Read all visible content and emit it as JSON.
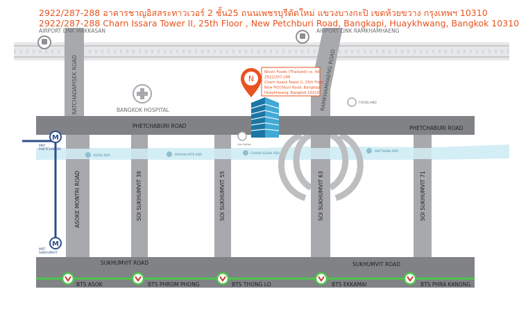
{
  "address": {
    "thai": "2922/287-288 อาคารชาญอิสสระทาวเวอร์ 2 ชั้น25 ถนนเพชรบุรีตัดใหม่ แขวงบางกะปิ เขตห้วยขวาง กรุงเทพฯ 10310",
    "english": "2922/287-288 Charn Issara Tower II, 25th Floor , New Petchburi  Road, Bangkapi, Huaykhwang, Bangkok 10310"
  },
  "stations": {
    "airport_makkasan": "AIRPORT LINK MAKKASAN",
    "airport_ramkhamhaeng": "AIRPORT LINK RAMKHAMHAENG",
    "mrt_phetchaburi_line1": "MRT",
    "mrt_phetchaburi_line2": "PHETCHABURI",
    "mrt_sukhumvit_line1": "MRT",
    "mrt_sukhumvit_line2": "SUKHUMVIT",
    "bts": [
      "BTS ASOK",
      "BTS PHROM PHONG",
      "BTS THONG LO",
      "BTS EKKAMAI",
      "BTS PHRA KANONG"
    ]
  },
  "roads": {
    "ratchadapisek": "RATCHADAPISEK ROAD",
    "ramkhamhaeng": "RAMKHAMHAENG ROAD",
    "phetchaburi_1": "PHETCHABURI ROAD",
    "phetchaburi_2": "PHETCHABURI ROAD",
    "asoke_montri": "ASOKE MONTRI ROAD",
    "soi39": "SOI SUKHUMVIT 39",
    "soi55": "SOI SUKHUMVIT 55",
    "soi63": "SOI SUKHUMVIT 63",
    "soi71": "SOI SUKHUMVIT 71",
    "sukhumvit_1": "SUKHUMVIT ROAD",
    "sukhumvit_2": "SUKHUMVIT ROAD"
  },
  "landmarks": {
    "hospital": "BANGKOK HOSPITAL",
    "foodland": "FOODLAND",
    "gas_station": "Gas Station"
  },
  "piers": [
    "ASOKE PIER",
    "PRASAN MITR PIER",
    "CHARN ISSARA PIER",
    "WATTHANA PIER"
  ],
  "destination": {
    "marker_letter": "N",
    "lines": [
      "Nissin Foods (Thailand) co. ltd",
      "2922/287-288",
      "Charn Issara Tower II, 25th Floor",
      "New Petchburi Road, Bangkapi",
      "Huaykhwang, Bangkok 10310"
    ]
  },
  "colors": {
    "accent": "#e8531f",
    "road": "#a7a9ac",
    "road_dark": "#808285",
    "canal": "#d4eef6",
    "bts_line": "#4cc64d",
    "mrt_line": "#2c4e86",
    "building": "#2a8fbd"
  }
}
